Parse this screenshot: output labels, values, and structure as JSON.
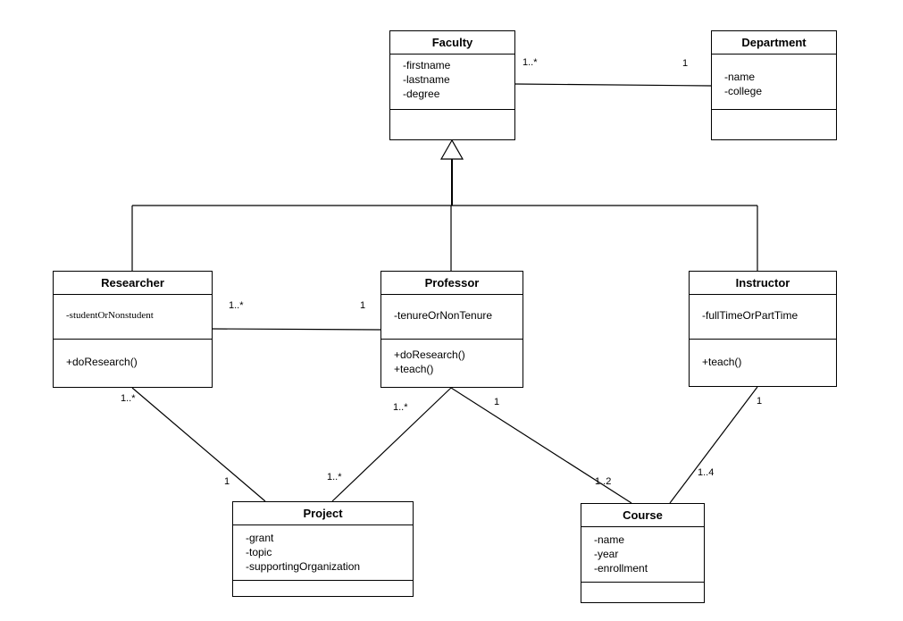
{
  "classes": {
    "faculty": {
      "name": "Faculty",
      "attributes": [
        "-firstname",
        "-lastname",
        "-degree"
      ],
      "operations": []
    },
    "department": {
      "name": "Department",
      "attributes": [
        "-name",
        "-college"
      ],
      "operations": []
    },
    "researcher": {
      "name": "Researcher",
      "attributes": [
        "-studentOrNonstudent"
      ],
      "operations": [
        "+doResearch()"
      ]
    },
    "professor": {
      "name": "Professor",
      "attributes": [
        "-tenureOrNonTenure"
      ],
      "operations": [
        "+doResearch()",
        "+teach()"
      ]
    },
    "instructor": {
      "name": "Instructor",
      "attributes": [
        "-fullTimeOrPartTime"
      ],
      "operations": [
        "+teach()"
      ]
    },
    "project": {
      "name": "Project",
      "attributes": [
        "-grant",
        "-topic",
        "-supportingOrganization"
      ],
      "operations": []
    },
    "course": {
      "name": "Course",
      "attributes": [
        "-name",
        "-year",
        "-enrollment"
      ],
      "operations": []
    }
  },
  "associations": {
    "faculty_department": {
      "faculty_end": "1..*",
      "department_end": "1"
    },
    "researcher_professor": {
      "researcher_end": "1..*",
      "professor_end": "1"
    },
    "researcher_project": {
      "researcher_end": "1..*",
      "project_end": "1"
    },
    "professor_project": {
      "professor_end": "1..*",
      "project_end": "1..*"
    },
    "professor_course": {
      "professor_end": "1",
      "course_end": "1..2"
    },
    "instructor_course": {
      "instructor_end": "1",
      "course_end": "1..4"
    }
  }
}
